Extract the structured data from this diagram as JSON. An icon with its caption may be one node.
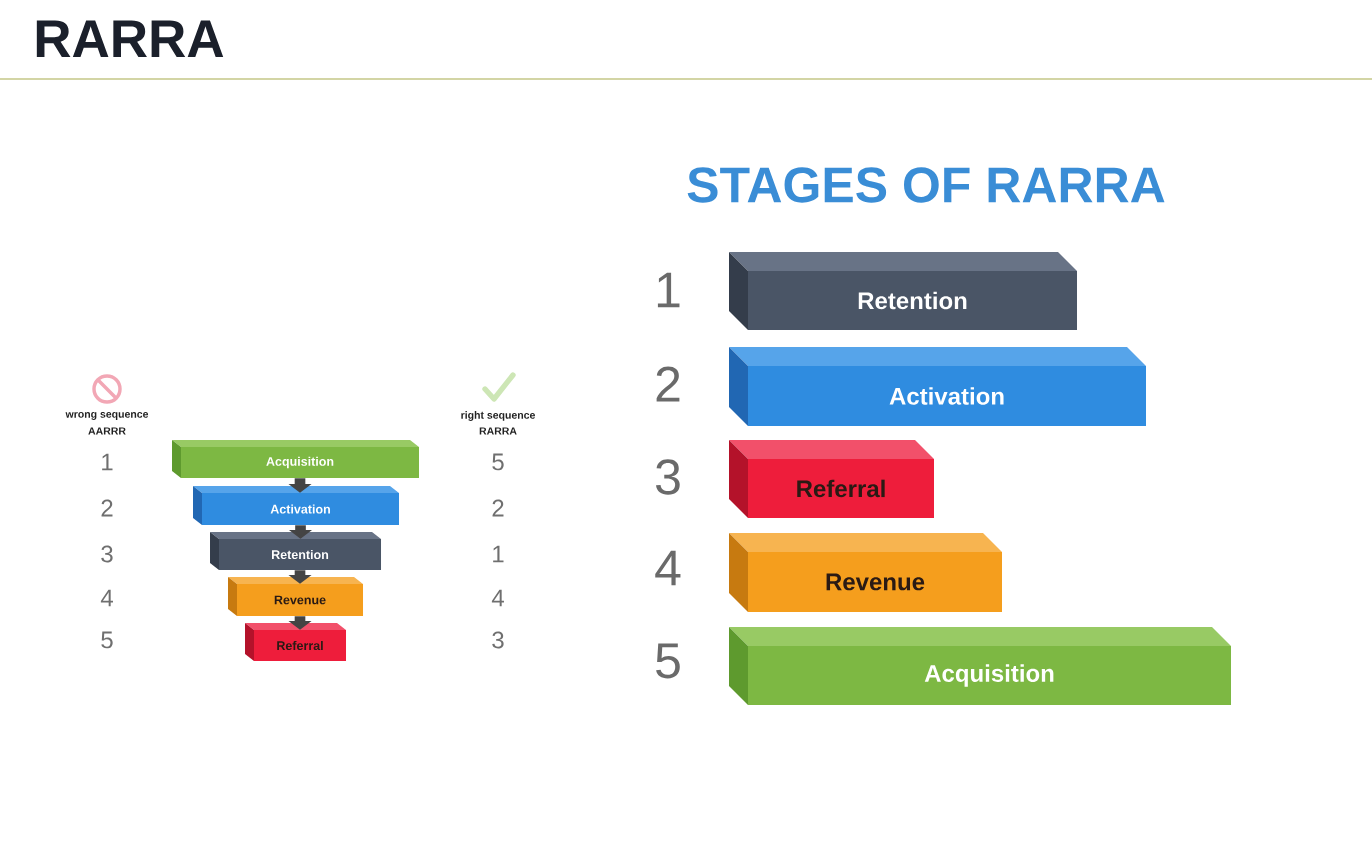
{
  "diagram": {
    "title": "RARRA",
    "nodes": [
      {
        "text": [
          "Acquisition"
        ]
      },
      {
        "text": [
          "Activation"
        ]
      },
      {
        "text": [
          "Retention"
        ]
      },
      {
        "text": [
          "Revenue"
        ]
      },
      {
        "text": [
          "Referral"
        ]
      },
      {
        "text": [
          "Retention"
        ]
      },
      {
        "text": [
          "Activation"
        ]
      },
      {
        "text": [
          "Referral"
        ]
      },
      {
        "text": [
          "Revenue"
        ]
      },
      {
        "text": [
          "Acquisition"
        ]
      }
    ],
    "edges": [
      {
        "from": 0,
        "to": 1,
        "arrow": "to"
      },
      {
        "from": 1,
        "to": 2,
        "arrow": "to"
      },
      {
        "from": 2,
        "to": 3,
        "arrow": "to"
      },
      {
        "from": 3,
        "to": 4,
        "arrow": "to"
      }
    ],
    "labels": [
      "wrong sequence",
      "AARRR",
      "right sequence",
      "RARRA",
      "1",
      "5",
      "2",
      "2",
      "3",
      "1",
      "4",
      "4",
      "5",
      "3",
      "STAGES OF RARRA",
      "1",
      "2",
      "3",
      "4",
      "5"
    ]
  }
}
